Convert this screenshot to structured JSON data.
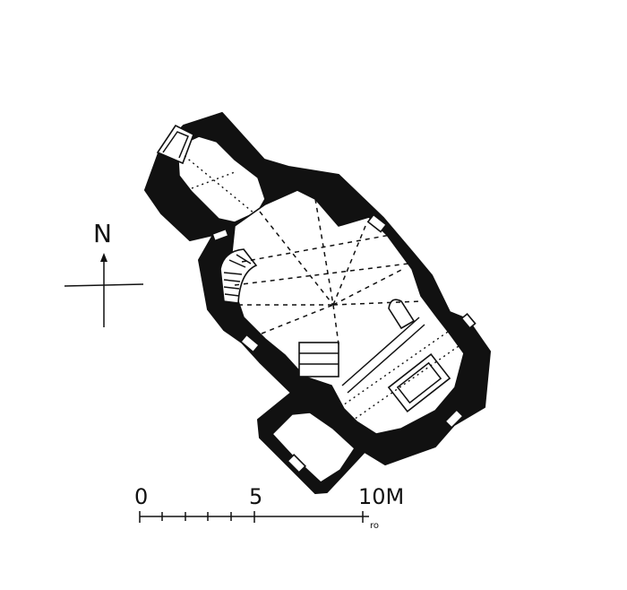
{
  "compass": {
    "north_label": "N"
  },
  "scale_bar": {
    "tick_labels": [
      "0",
      "5",
      "10M"
    ],
    "signature": "ro"
  }
}
